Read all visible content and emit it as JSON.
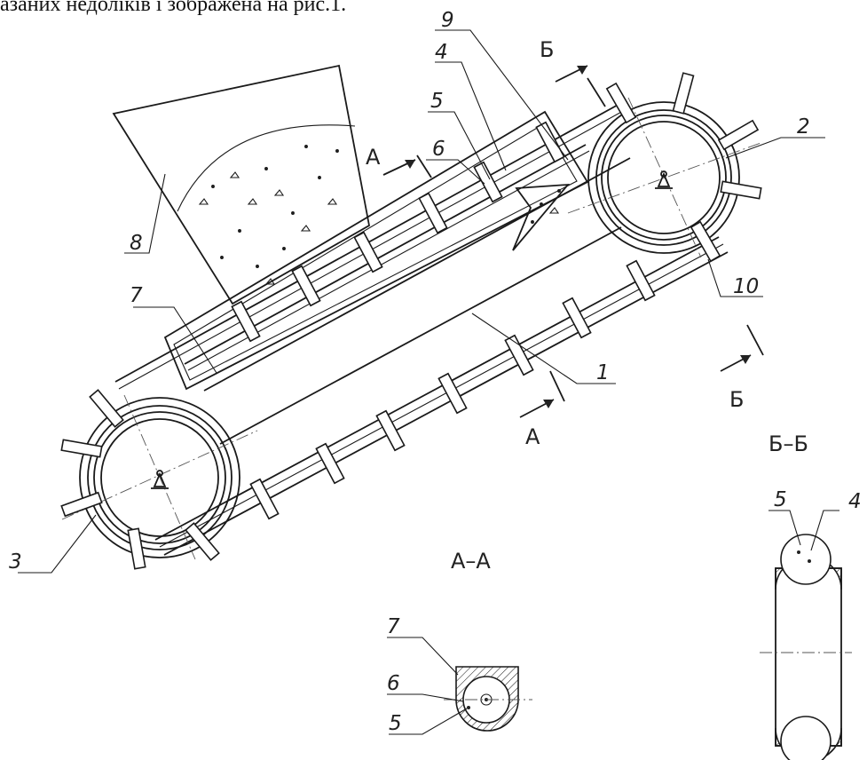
{
  "caption": "азаних недоліків і зображена на рис.1.",
  "labels": {
    "l1": "1",
    "l2": "2",
    "l3": "3",
    "l4": "4",
    "l5": "5",
    "l6": "6",
    "l7": "7",
    "l8": "8",
    "l9": "9",
    "l10": "10"
  },
  "section_marks": {
    "a": "А",
    "b": "Б"
  },
  "section_titles": {
    "aa": "А–А",
    "bb": "Б–Б"
  },
  "section_aa_labels": {
    "l7": "7",
    "l6": "6",
    "l5": "5"
  },
  "section_bb_labels": {
    "l5": "5",
    "l4": "4"
  }
}
